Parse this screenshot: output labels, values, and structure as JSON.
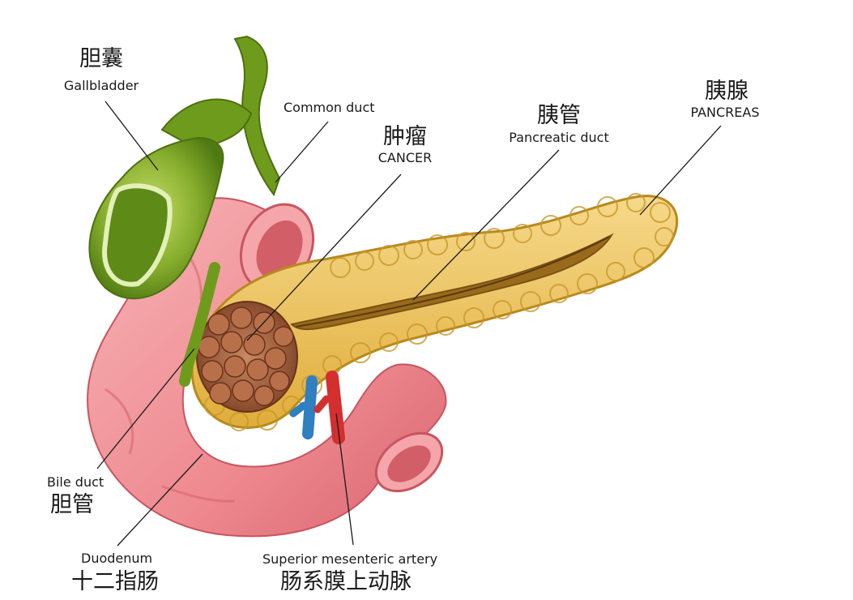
{
  "labels": {
    "gallbladder": {
      "zh": "胆囊",
      "en": "Gallbladder"
    },
    "common_duct": {
      "en": "Common duct"
    },
    "cancer": {
      "zh": "肿瘤",
      "en": "CANCER"
    },
    "pancreatic_duct": {
      "zh": "胰管",
      "en": "Pancreatic duct"
    },
    "pancreas": {
      "zh": "胰腺",
      "en": "PANCREAS"
    },
    "bile_duct": {
      "en": "Bile duct",
      "zh": "胆管"
    },
    "duodenum": {
      "en": "Duodenum",
      "zh": "十二指肠"
    },
    "sma": {
      "en": "Superior mesenteric artery",
      "zh": "肠系膜上动脉"
    }
  },
  "colors": {
    "gallbladder": "#7ea72a",
    "duct": "#6f9b1c",
    "duodenum": "#f2939a",
    "duodenum_dark": "#d9646e",
    "pancreas": "#edc24f",
    "pancreas_edge": "#b88a1e",
    "duct_inner": "#8e6418",
    "tumor": "#a35a3a",
    "artery": "#d32f2f",
    "vein": "#2f7fc1"
  }
}
